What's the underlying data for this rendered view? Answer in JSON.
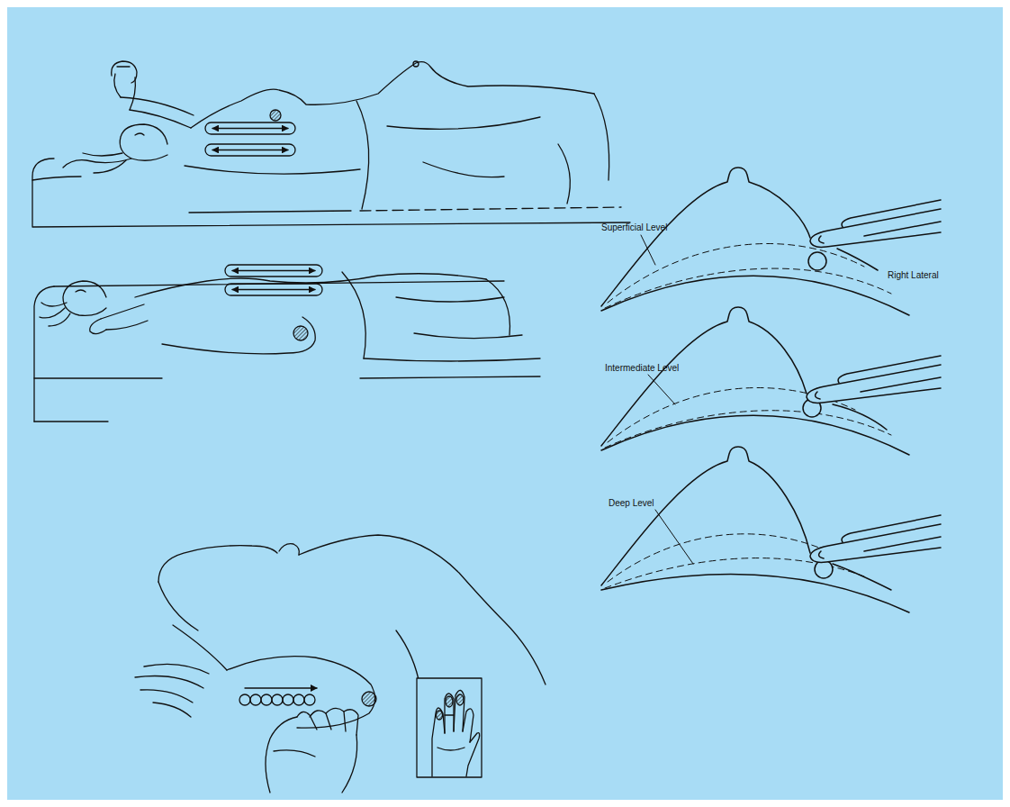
{
  "diagram": {
    "labels": [
      "Superficial Level",
      "Right Lateral",
      "Intermediate Level",
      "Deep Level"
    ]
  }
}
